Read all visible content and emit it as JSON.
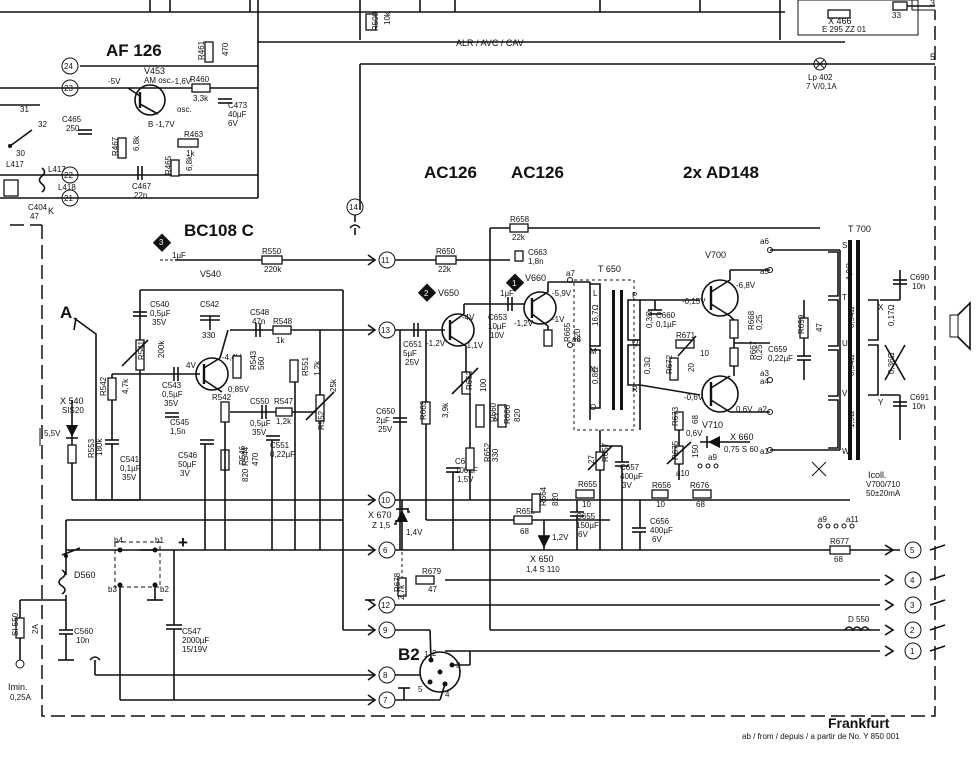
{
  "labels": {
    "af126": "AF 126",
    "bc108c": "BC108 C",
    "ac126_1": "AC126",
    "ac126_2": "AC126",
    "ad148": "2x AD148",
    "t700": "T 700",
    "t650": "T 650",
    "v453": "V453",
    "v453_sub": "AM osc.",
    "v540": "V540",
    "v650": "V650",
    "v660": "V660",
    "v700": "V700",
    "v710": "V710",
    "alr": "ALR / AVC / CAV",
    "b2": "B2",
    "a": "A",
    "frankfurt": "Frankfurt",
    "frankfurt_sub": "ab / from / depuis / a partir de  No. Y 850 001",
    "x466": "X 466",
    "x466_sub": "E 295 ZZ 01",
    "lp402": "Lp 402",
    "lp402_sub": "7 V/0,1A",
    "icoll": "Icoll.",
    "icoll_sub": "V700/710",
    "icoll_val": "50±20mA",
    "tmin": "Imin.",
    "tmin_val": "0,25A"
  },
  "markers": {
    "m1": "1",
    "m2": "2",
    "m3": "3"
  },
  "terminals": [
    "24",
    "23",
    "22",
    "21",
    "14",
    "11",
    "13",
    "10",
    "6",
    "12",
    "9",
    "8",
    "7"
  ],
  "connectors": [
    "5",
    "4",
    "3",
    "2",
    "1"
  ],
  "top_connectors": [
    "3",
    "5"
  ],
  "components": {
    "r461": "R461",
    "r461_v": "470",
    "r460": "R460",
    "r460_v": "3,3k",
    "c473": "C473",
    "c473_v": "40µF",
    "c473_v2": "6V",
    "c465": "C465",
    "c465_v": "250",
    "r467": "R467",
    "r467_v": "6,8k",
    "c467": "C467",
    "c467_v": "22n",
    "r463": "R463",
    "r463_v": "1k",
    "r465": "R465",
    "r465_v": "6,8k",
    "v453_b": "B -1,7V",
    "v453_c": "-5V",
    "v453_e": "-1,6V",
    "osc": "osc.",
    "l431": "31",
    "l432": "32",
    "l30": "30",
    "l417": "L417",
    "l418": "L418",
    "c404": "C404",
    "c404_v": "47",
    "k": "K",
    "r550": "R550",
    "r550_v": "220k",
    "c1uf": "1µF",
    "c540": "C540",
    "c540_v": "0,5µF",
    "c540_v2": "35V",
    "c542": "C542",
    "c542_v": "330",
    "c548": "C548",
    "c548_v": "47n",
    "r548": "R548",
    "r548_v": "1k",
    "r541": "R541",
    "r541_v": "200k",
    "c543": "C543",
    "c543_v": "0,5µF",
    "c543_v2": "35V",
    "v540_c": "-4,4V",
    "v540_b": "4V",
    "v540_e": "0,85V",
    "r543": "R543",
    "r543_v": "560",
    "r542": "R542",
    "r542_v": "4,7k",
    "c541": "C541",
    "c541_v": "0,1µF",
    "c541_v2": "35V",
    "c545": "C545",
    "c545_v": "1,5n",
    "c546": "C546",
    "c546_v": "50µF",
    "c546_v2": "3V",
    "r544": "R544",
    "r544_v": "470",
    "r546": "R546",
    "r546_v": "820",
    "c550": "C550",
    "c550_v": "0,5µF",
    "c550_v2": "35V",
    "r547": "R547",
    "r547_v": "1,2k",
    "c551": "C551",
    "c551_v": "0,22µF",
    "r551": "R551",
    "r551_v": "1,2k",
    "r552": "R552",
    "r552_v": "25k",
    "x540": "X 540",
    "x540_v": "SIS20",
    "r553": "R553",
    "r553_v": "180k",
    "v55": "5,5V",
    "r650": "R650",
    "r650_v": "22k",
    "r658": "R658",
    "r658_v": "22k",
    "c663": "C663",
    "c663_v": "1,8n",
    "c651": "C651",
    "c651_v": "5µF",
    "c651_v2": "25V",
    "v650_b": "-1,2V",
    "v650_c": "-4V",
    "v650_e": "-1,1V",
    "c653": "C653",
    "c653_v": "10µF",
    "c653_v2": "10V",
    "c1uf2": "1µF",
    "v660_b": "-1,2V",
    "v660_e": "-1V",
    "v660_c": "-5,9V",
    "r665": "R665",
    "r665_v": "220",
    "r666": "R666",
    "r666_v": "820",
    "c650": "C650",
    "c650_v": "2µF",
    "c650_v2": "25V",
    "r663": "R663",
    "r663_v": "3,9k",
    "r662": "R662",
    "r662_v": "100",
    "r660": "R660",
    "r660_v": "82",
    "c652": "C652",
    "c652_v": "100µF",
    "c652_v2": "1,5V",
    "r652": "R652",
    "r652_v": "330",
    "x670": "X 670",
    "x670_v": "Z 1,5",
    "v14": "1,4V",
    "r658b": "R658",
    "r658b_v": "68",
    "r664": "R664",
    "r664_v": "820",
    "c655": "C655",
    "c655_v": "150µF",
    "c655_v2": "6V",
    "r655": "R655",
    "r655_v": "10",
    "r657": "R657",
    "r657_v": "27",
    "c657": "C657",
    "c657_v": "400µF",
    "c657_v2": "3V",
    "c656": "C656",
    "c656_v": "400µF",
    "c656_v2": "6V",
    "x650": "X 650",
    "x650_v": "1,4 S 110",
    "v12": "1,2V",
    "t650_p": "P",
    "t650_q": "Q",
    "t650_r": "R",
    "t650_l": "L",
    "t650_m": "M",
    "t650_n": "N",
    "t650_o": "O",
    "t650_w1": "16,7Ω",
    "t650_w2": "0,8Ω",
    "t650_w3": "0,3Ω",
    "t650_w4": "0,3Ω",
    "a7": "a7",
    "a8": "a8",
    "c660": "C660",
    "c660_v": "0,1µF",
    "v700_b": "-0,15V",
    "v700_c": "-6,8V",
    "r671": "R671",
    "r671_v": "10",
    "r672": "R672",
    "r672_v": "20",
    "r668": "R668",
    "r668_v": "0,25",
    "r667": "R667",
    "r667_v": "0,25",
    "v710_b": "-0,6V",
    "v710_c": "0,6V",
    "r673": "R673",
    "r673_v": "68",
    "x660": "X 660",
    "x660_v": "0,75 S 60",
    "v06": "0,6V",
    "r675": "R675",
    "r675_v": "150",
    "r676": "R676",
    "r676_v": "68",
    "r656": "R656",
    "r656_v": "10",
    "a9": "a9",
    "a10": "a10",
    "a11": "a11",
    "a5": "a5",
    "a6": "a6",
    "a3": "a3",
    "a4": "a4",
    "a1": "a1",
    "a2": "a2",
    "c659": "C659",
    "c659_v": "0,22µF",
    "r659": "R659",
    "r659_v": "47",
    "t700_s": "S",
    "t700_t": "T",
    "t700_u": "U",
    "t700_v": "V",
    "t700_w": "W",
    "t700_x": "X",
    "t700_y": "Y",
    "t700_w1": "1,9Ω",
    "t700_w2": "0,94Ω",
    "t700_w3": "0,94Ω",
    "t700_w4": "1,9Ω",
    "t700_w5": "0,17Ω",
    "t700_w6": "0,36Ω",
    "c690": "C690",
    "c690_v": "10n",
    "c691": "C691",
    "c691_v": "10n",
    "r677": "R677",
    "r677_v": "68",
    "r679": "R679",
    "r679_v": "47",
    "r678": "R678",
    "r678_v": "2,7k",
    "d550": "D 550",
    "d560": "D560",
    "c560": "C560",
    "c560_v": "10n",
    "si550": "SI 550",
    "si550_v": "2A",
    "c547": "C547",
    "c547_v": "2000µF",
    "c547_v2": "15/19V",
    "b1": "b1",
    "b2s": "b2",
    "b3": "b3",
    "b4": "b4",
    "plus": "+",
    "r500": "R500",
    "r500_v": "10k",
    "r505": "R505",
    "r505_v": "33",
    "p1": "1",
    "p2": "2",
    "p3": "3",
    "p4": "4",
    "p5": "5"
  }
}
